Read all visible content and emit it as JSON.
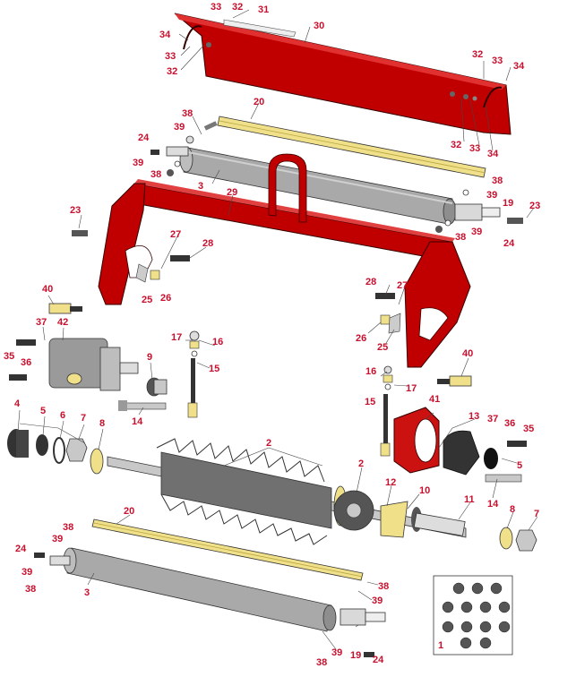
{
  "colors": {
    "frame_red": "#c00000",
    "frame_dark": "#8b0000",
    "roller_gray": "#a9a9a9",
    "bar_yellow": "#f0e08a",
    "callout_red": "#c8102e",
    "metal_gray": "#c8c8c8",
    "housing_red": "#cc1111"
  },
  "callouts": {
    "c1": "1",
    "c2a": "2",
    "c2b": "2",
    "c3a": "3",
    "c3b": "3",
    "c4": "4",
    "c5a": "5",
    "c5b": "5",
    "c6": "6",
    "c7a": "7",
    "c7b": "7",
    "c8a": "8",
    "c8b": "8",
    "c9": "9",
    "c10": "10",
    "c11": "11",
    "c12": "12",
    "c13": "13",
    "c14a": "14",
    "c14b": "14",
    "c15a": "15",
    "c15b": "15",
    "c16a": "16",
    "c16b": "16",
    "c17a": "17",
    "c17b": "17",
    "c19a": "19",
    "c19b": "19",
    "c20a": "20",
    "c20b": "20",
    "c23a": "23",
    "c23b": "23",
    "c24a": "24",
    "c24b": "24",
    "c24c": "24",
    "c24d": "24",
    "c25a": "25",
    "c25b": "25",
    "c26a": "26",
    "c26b": "26",
    "c27a": "27",
    "c27b": "27",
    "c28a": "28",
    "c28b": "28",
    "c29": "29",
    "c30": "30",
    "c31": "31",
    "c32a": "32",
    "c32b": "32",
    "c32c": "32",
    "c32d": "32",
    "c33a": "33",
    "c33b": "33",
    "c33c": "33",
    "c33d": "33",
    "c34a": "34",
    "c34b": "34",
    "c34c": "34",
    "c35a": "35",
    "c35b": "35",
    "c36a": "36",
    "c36b": "36",
    "c37a": "37",
    "c37b": "37",
    "c38a": "38",
    "c38b": "38",
    "c38c": "38",
    "c38d": "38",
    "c38e": "38",
    "c38f": "38",
    "c38g": "38",
    "c39a": "39",
    "c39b": "39",
    "c39c": "39",
    "c39d": "39",
    "c39e": "39",
    "c39f": "39",
    "c39g": "39",
    "c40a": "40",
    "c40b": "40",
    "c41": "41",
    "c42": "42"
  }
}
